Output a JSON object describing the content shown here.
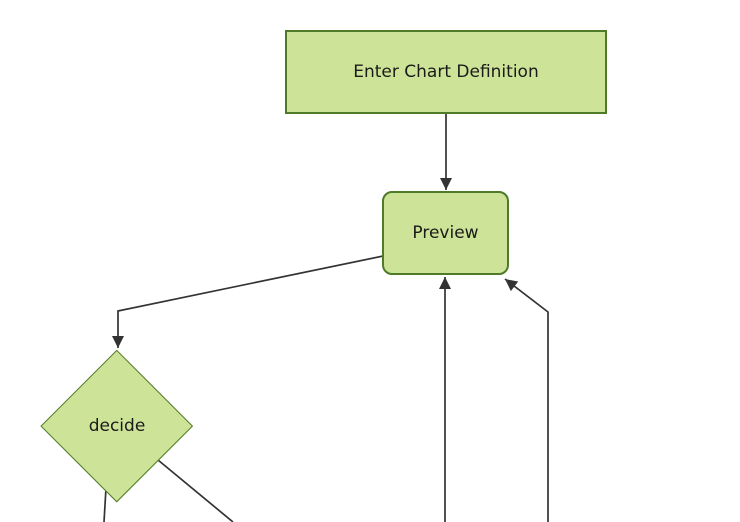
{
  "diagram": {
    "type": "flowchart",
    "direction": "top-down",
    "nodes": [
      {
        "id": "enter-chart-definition",
        "label": "Enter Chart Definition",
        "shape": "rectangle"
      },
      {
        "id": "preview",
        "label": "Preview",
        "shape": "rounded-rectangle"
      },
      {
        "id": "decide",
        "label": "decide",
        "shape": "diamond"
      }
    ],
    "edges": [
      {
        "from": "enter-chart-definition",
        "to": "preview",
        "arrowhead": true
      },
      {
        "from": "preview",
        "to": "decide",
        "arrowhead": true
      },
      {
        "from": "offscreen-bottom",
        "to": "preview",
        "arrowhead": true
      },
      {
        "from": "offscreen-bottom-right",
        "to": "preview",
        "arrowhead": true
      },
      {
        "from": "decide",
        "to": "offscreen-bottom-left",
        "arrowhead": false
      },
      {
        "from": "decide",
        "to": "offscreen-bottom-right",
        "arrowhead": false
      }
    ]
  },
  "colors": {
    "background": "#ffffff",
    "node_fill": "#cde498",
    "node_border": "#4f7a28",
    "edge": "#333333",
    "text": "#1a1a1a"
  }
}
